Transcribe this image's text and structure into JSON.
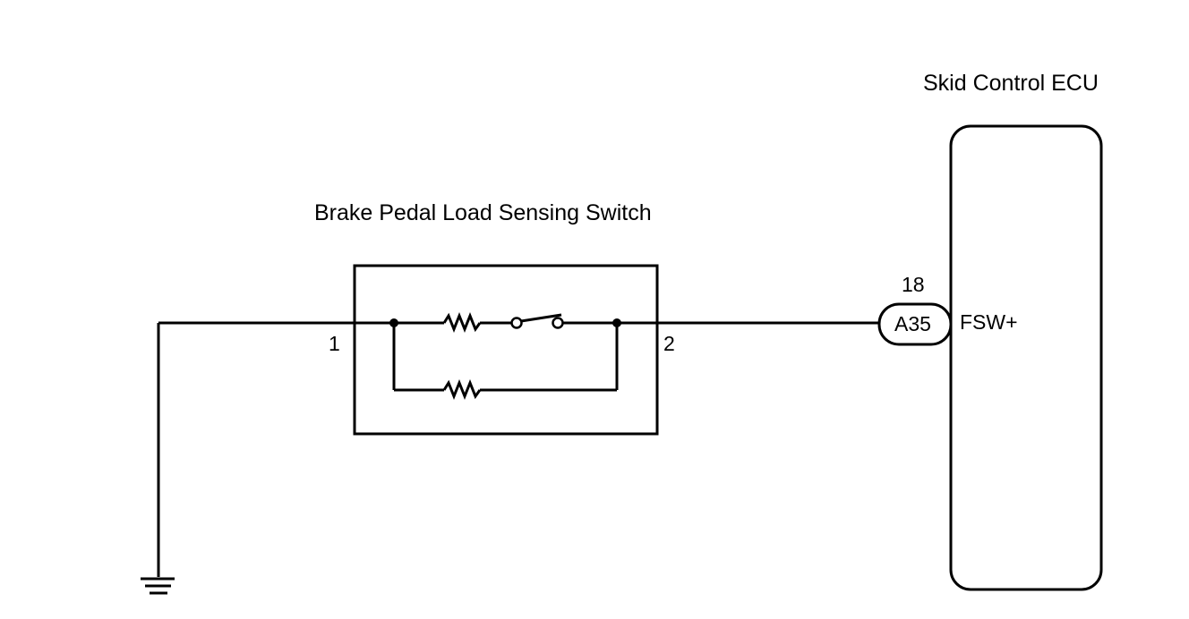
{
  "ecu": {
    "title": "Skid Control ECU",
    "terminal_label": "FSW+"
  },
  "switch": {
    "title": "Brake Pedal Load Sensing Switch",
    "pin_left": "1",
    "pin_right": "2"
  },
  "connector": {
    "code": "A35",
    "pin_number": "18"
  },
  "colors": {
    "line": "#000000",
    "background": "#ffffff"
  }
}
